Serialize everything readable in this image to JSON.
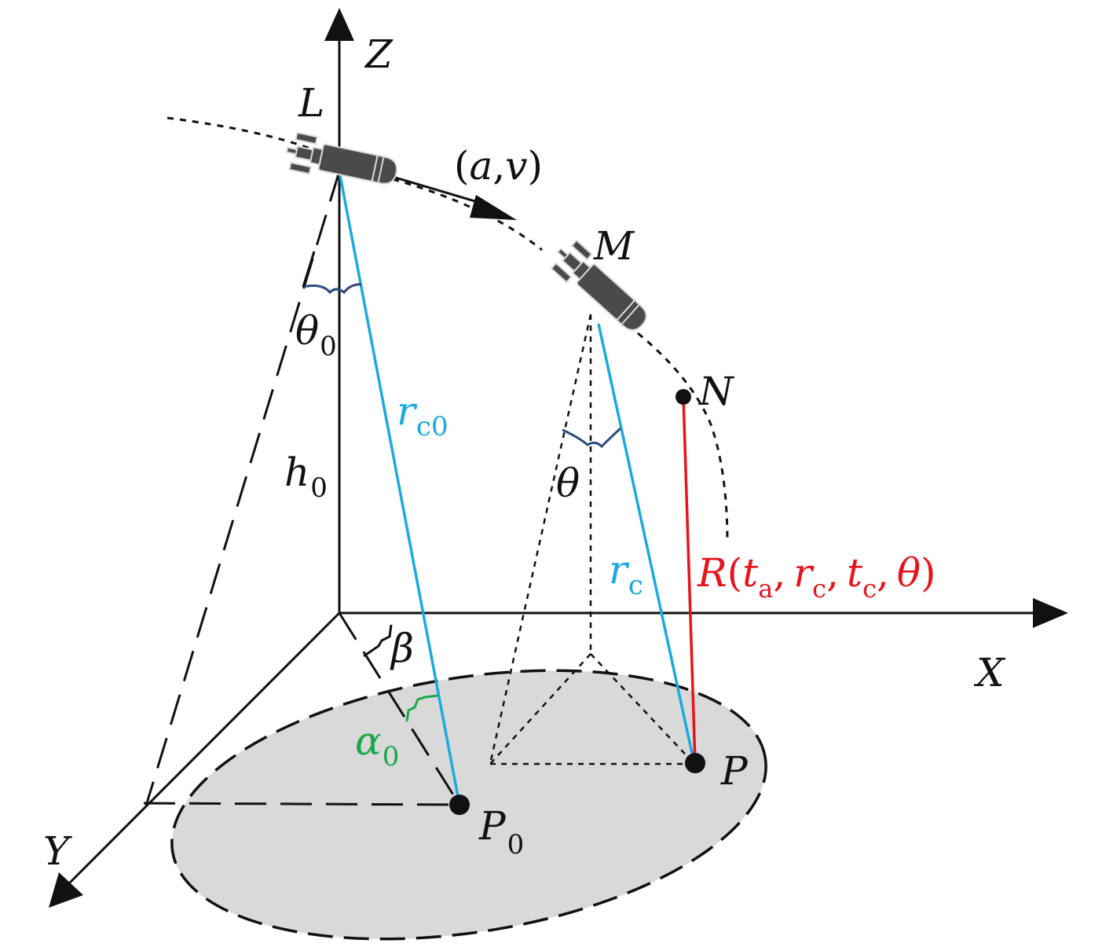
{
  "labels": {
    "Z": "Z",
    "X": "X",
    "Y": "Y",
    "L": "L",
    "M": "M",
    "N": "N",
    "P": "P",
    "P0_base": "P",
    "P0_sub": "0",
    "av_open": "(",
    "av_a": "a",
    "av_comma": ",",
    "av_v": "v",
    "av_close": ")",
    "theta0_base": "θ",
    "theta0_sub": "0",
    "h0_base": "h",
    "h0_sub": "0",
    "rc0_base": "r",
    "rc0_sub": "c0",
    "theta": "θ",
    "rc_base": "r",
    "rc_sub": "c",
    "beta": "β",
    "alpha0_base": "α",
    "alpha0_sub": "0",
    "R_base": "R",
    "R_open": "(",
    "R_t1": "t",
    "R_t1_sub": "a",
    "R_c1": ",",
    "R_r": "r",
    "R_r_sub": "c",
    "R_c2": ",",
    "R_t2": "t",
    "R_t2_sub": "c",
    "R_c3": ",",
    "R_th": "θ",
    "R_close": ")"
  },
  "colors": {
    "black": "#111111",
    "cyan": "#1ba9e1",
    "red": "#e8141b",
    "green": "#1aa84a",
    "navy": "#2e4a7a",
    "ellipse_fill": "#d9d9d9",
    "missile_body": "#4a4a4a"
  },
  "icons": {
    "missile": "missile-icon"
  }
}
